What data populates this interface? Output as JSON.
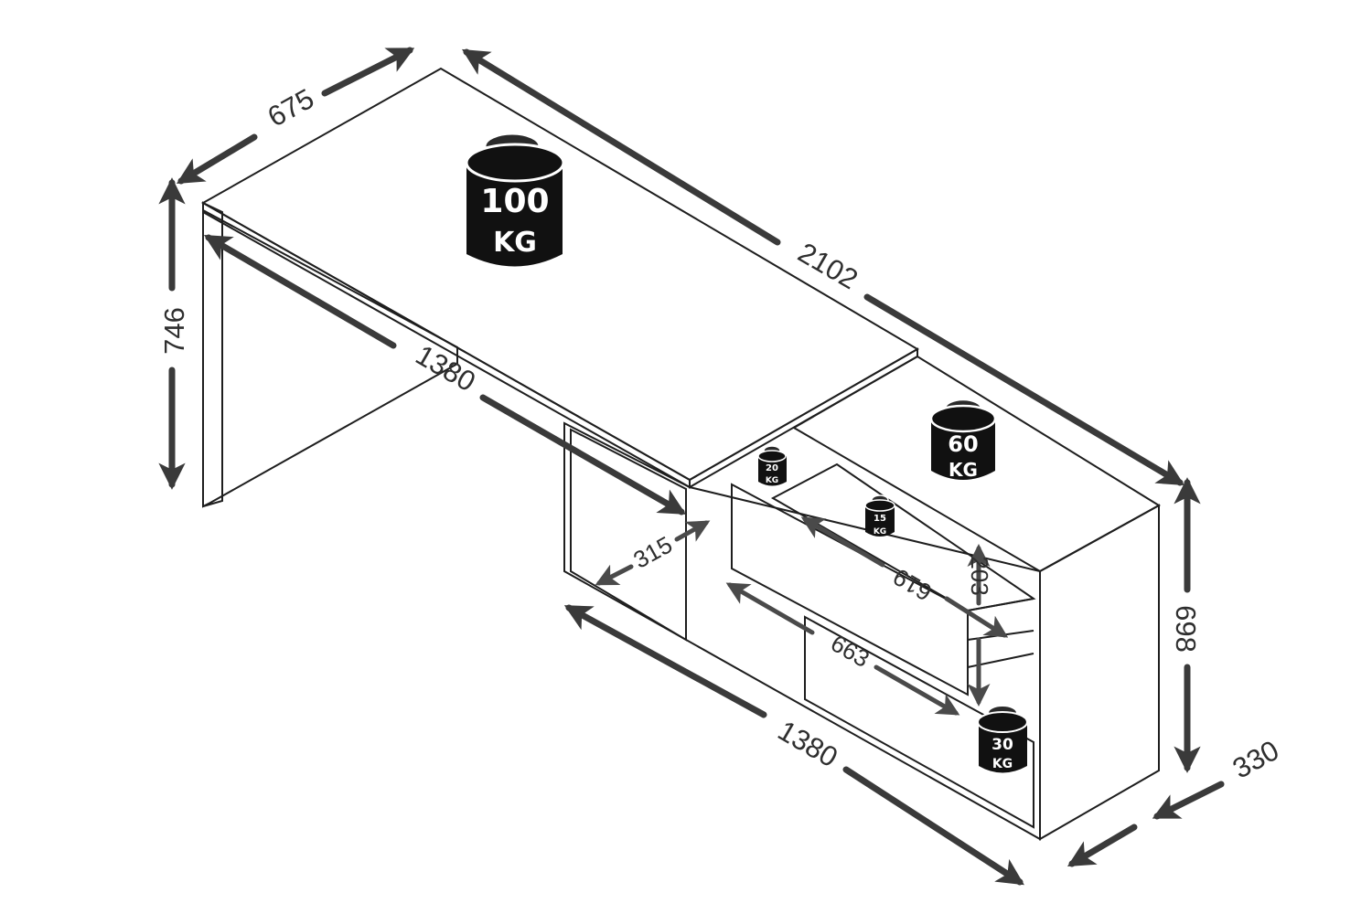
{
  "dimensions": {
    "top_depth": "675",
    "height_left": "746",
    "total_length": "2102",
    "inner_length_top": "1380",
    "inner_length_bottom": "1380",
    "cabinet_height": "698",
    "cabinet_depth": "330",
    "shelf_depth": "315",
    "drawer_inner_width": "619",
    "drawer_outer_width": "663",
    "drawer_height": "203"
  },
  "weights": {
    "desktop": {
      "value": "100",
      "unit": "KG"
    },
    "cabinet_top": {
      "value": "60",
      "unit": "KG"
    },
    "shelf": {
      "value": "20",
      "unit": "KG"
    },
    "drawer": {
      "value": "15",
      "unit": "KG"
    },
    "bottom": {
      "value": "30",
      "unit": "KG"
    }
  },
  "colors": {
    "panel_top": "#9a9a9a",
    "panel_side": "#8a8a8a",
    "panel_dark": "#5e5e5e",
    "weight_fill": "#111111",
    "arrow": "#3a3a3a"
  }
}
